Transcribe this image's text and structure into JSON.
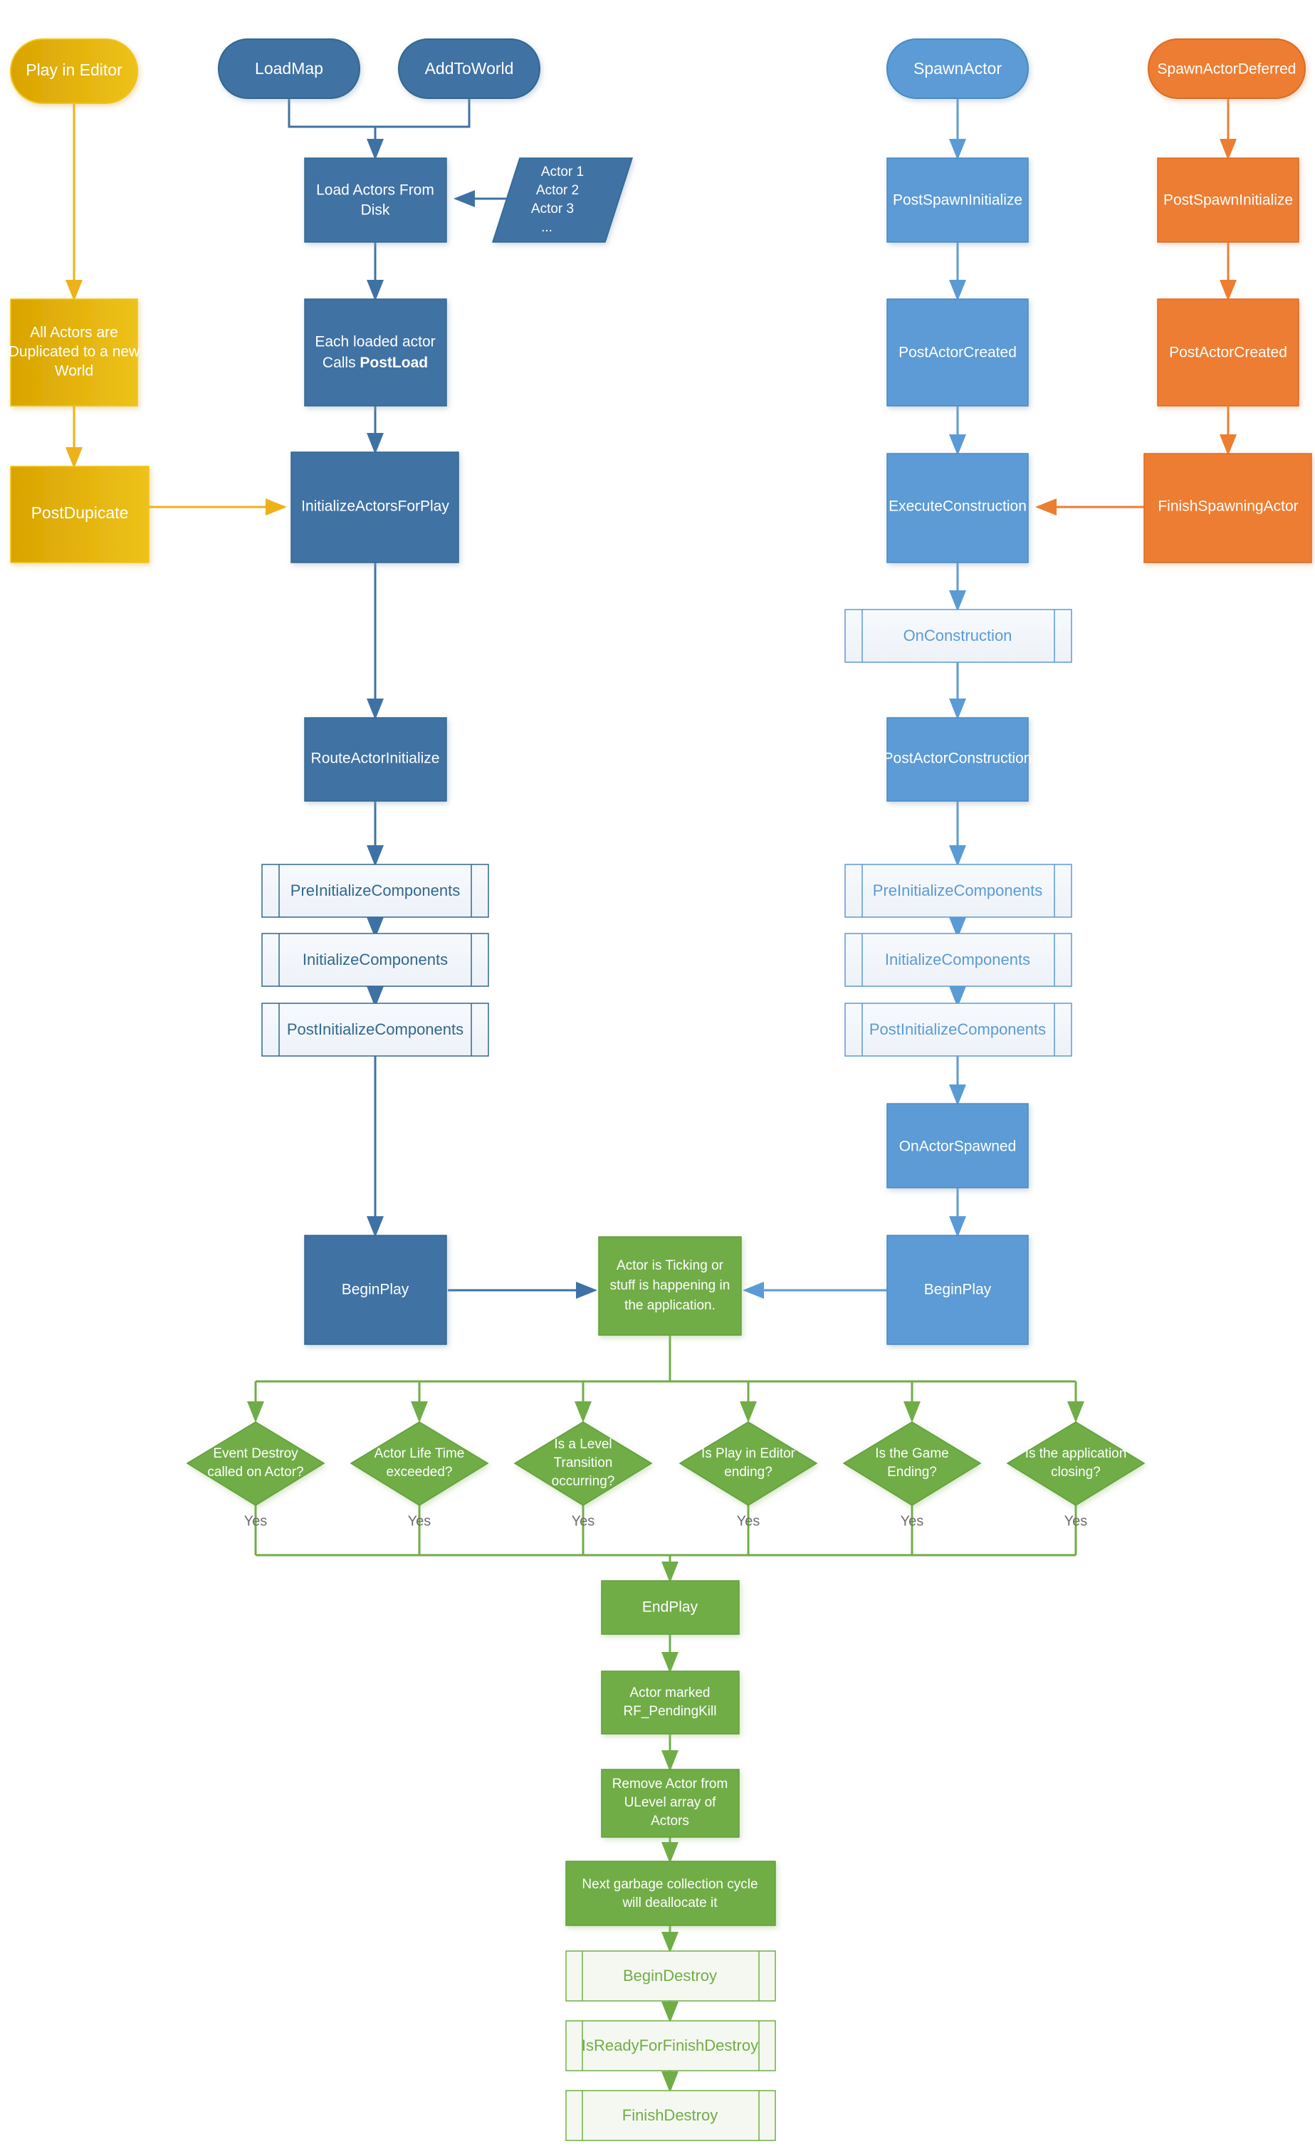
{
  "diagram": {
    "title": "Unreal Engine Actor Lifecycle Flowchart",
    "colors": {
      "yellow": "#E3AE00",
      "yellow_stroke": "#F0C419",
      "blue_dark": "#3F72A4",
      "blue_dark_stroke": "#31688E",
      "blue_light": "#5B9BD5",
      "orange": "#ED7D31",
      "green": "#70AD47",
      "predefined_fill": "#F2F6FA",
      "background": "#FFFFFF"
    }
  },
  "columns": {
    "editor": {
      "start": {
        "label": "Play in Editor",
        "shape": "terminator",
        "color": "yellow"
      },
      "steps": [
        {
          "label": "All Actors are Duplicated to a new World",
          "lines": [
            "All Actors are",
            "Duplicated to a new",
            "World"
          ],
          "shape": "process",
          "color": "yellow"
        },
        {
          "label": "PostDupicate",
          "lines": [
            "PostDupicate"
          ],
          "shape": "process",
          "color": "yellow"
        }
      ]
    },
    "loadmap": {
      "starts": [
        {
          "label": "LoadMap",
          "shape": "terminator",
          "color": "blue_dark"
        },
        {
          "label": "AddToWorld",
          "shape": "terminator",
          "color": "blue_dark"
        }
      ],
      "steps": [
        {
          "label": "Load Actors From Disk",
          "lines": [
            "Load Actors From",
            "Disk"
          ],
          "shape": "process",
          "color": "blue_dark"
        },
        {
          "label": "Each loaded actor Calls PostLoad",
          "lines": [
            "Each loaded actor",
            "Calls PostLoad"
          ],
          "bold_word": "PostLoad",
          "shape": "process",
          "color": "blue_dark"
        },
        {
          "label": "InitializeActorsForPlay",
          "lines": [
            "InitializeActorsForPlay"
          ],
          "shape": "process",
          "color": "blue_dark"
        },
        {
          "label": "RouteActorInitialize",
          "lines": [
            "RouteActorInitialize"
          ],
          "shape": "process",
          "color": "blue_dark"
        },
        {
          "label": "PreInitializeComponents",
          "lines": [
            "PreInitializeComponents"
          ],
          "shape": "predefined",
          "color": "blue_dark"
        },
        {
          "label": "InitializeComponents",
          "lines": [
            "InitializeComponents"
          ],
          "shape": "predefined",
          "color": "blue_dark"
        },
        {
          "label": "PostInitializeComponents",
          "lines": [
            "PostInitializeComponents"
          ],
          "shape": "predefined",
          "color": "blue_dark"
        },
        {
          "label": "BeginPlay",
          "lines": [
            "BeginPlay"
          ],
          "shape": "process",
          "color": "blue_dark"
        }
      ],
      "data_node": {
        "label": "Actor 1 Actor 2 Actor 3 ...",
        "lines": [
          "Actor 1",
          "Actor 2",
          "Actor 3",
          "..."
        ],
        "shape": "data",
        "color": "blue_dark"
      }
    },
    "spawn": {
      "start": {
        "label": "SpawnActor",
        "shape": "terminator",
        "color": "blue_light"
      },
      "steps": [
        {
          "label": "PostSpawnInitialize",
          "lines": [
            "PostSpawnInitialize"
          ],
          "shape": "process",
          "color": "blue_light"
        },
        {
          "label": "PostActorCreated",
          "lines": [
            "PostActorCreated"
          ],
          "shape": "process",
          "color": "blue_light"
        },
        {
          "label": "ExecuteConstruction",
          "lines": [
            "ExecuteConstruction"
          ],
          "shape": "process",
          "color": "blue_light"
        },
        {
          "label": "OnConstruction",
          "lines": [
            "OnConstruction"
          ],
          "shape": "predefined",
          "color": "blue_light"
        },
        {
          "label": "PostActorConstruction",
          "lines": [
            "PostActorConstruction"
          ],
          "shape": "process",
          "color": "blue_light"
        },
        {
          "label": "PreInitializeComponents",
          "lines": [
            "PreInitializeComponents"
          ],
          "shape": "predefined",
          "color": "blue_light"
        },
        {
          "label": "InitializeComponents",
          "lines": [
            "InitializeComponents"
          ],
          "shape": "predefined",
          "color": "blue_light"
        },
        {
          "label": "PostInitializeComponents",
          "lines": [
            "PostInitializeComponents"
          ],
          "shape": "predefined",
          "color": "blue_light"
        },
        {
          "label": "OnActorSpawned",
          "lines": [
            "OnActorSpawned"
          ],
          "shape": "process",
          "color": "blue_light"
        },
        {
          "label": "BeginPlay",
          "lines": [
            "BeginPlay"
          ],
          "shape": "process",
          "color": "blue_light"
        }
      ]
    },
    "deferred": {
      "start": {
        "label": "SpawnActorDeferred",
        "shape": "terminator",
        "color": "orange"
      },
      "steps": [
        {
          "label": "PostSpawnInitialize",
          "lines": [
            "PostSpawnInitialize"
          ],
          "shape": "process",
          "color": "orange"
        },
        {
          "label": "PostActorCreated",
          "lines": [
            "PostActorCreated"
          ],
          "shape": "process",
          "color": "orange"
        },
        {
          "label": "FinishSpawningActor",
          "lines": [
            "FinishSpawningActor"
          ],
          "shape": "process",
          "color": "orange"
        }
      ]
    }
  },
  "runtime": {
    "ticking": {
      "label": "Actor is Ticking or stuff is happening in the application.",
      "lines": [
        "Actor is Ticking or",
        "stuff is happening in",
        "the application."
      ],
      "shape": "process",
      "color": "green"
    }
  },
  "decisions": [
    {
      "label": "Event Destroy called on Actor?",
      "lines": [
        "Event Destroy",
        "called on Actor?"
      ],
      "branch_label": "Yes"
    },
    {
      "label": "Actor Life Time exceeded?",
      "lines": [
        "Actor Life Time",
        "exceeded?"
      ],
      "branch_label": "Yes"
    },
    {
      "label": "Is a Level Transition occurring?",
      "lines": [
        "Is a Level",
        "Transition",
        "occurring?"
      ],
      "branch_label": "Yes"
    },
    {
      "label": "Is Play in Editor ending?",
      "lines": [
        "Is Play in Editor",
        "ending?"
      ],
      "branch_label": "Yes"
    },
    {
      "label": "Is the Game Ending?",
      "lines": [
        "Is the Game",
        "Ending?"
      ],
      "branch_label": "Yes"
    },
    {
      "label": "Is the application closing?",
      "lines": [
        "Is the application",
        "closing?"
      ],
      "branch_label": "Yes"
    }
  ],
  "teardown": [
    {
      "label": "EndPlay",
      "lines": [
        "EndPlay"
      ],
      "shape": "process",
      "color": "green"
    },
    {
      "label": "Actor marked RF_PendingKill",
      "lines": [
        "Actor marked",
        "RF_PendingKill"
      ],
      "shape": "process",
      "color": "green"
    },
    {
      "label": "Remove Actor from ULevel array of Actors",
      "lines": [
        "Remove Actor from",
        "ULevel array of",
        "Actors"
      ],
      "shape": "process",
      "color": "green"
    },
    {
      "label": "Next garbage collection cycle will deallocate it",
      "lines": [
        "Next garbage collection cycle",
        "will deallocate it"
      ],
      "shape": "process",
      "color": "green"
    },
    {
      "label": "BeginDestroy",
      "lines": [
        "BeginDestroy"
      ],
      "shape": "predefined",
      "color": "green"
    },
    {
      "label": "IsReadyForFinishDestroy",
      "lines": [
        "IsReadyForFinishDestroy"
      ],
      "shape": "predefined",
      "color": "green"
    },
    {
      "label": "FinishDestroy",
      "lines": [
        "FinishDestroy"
      ],
      "shape": "predefined",
      "color": "green"
    }
  ]
}
